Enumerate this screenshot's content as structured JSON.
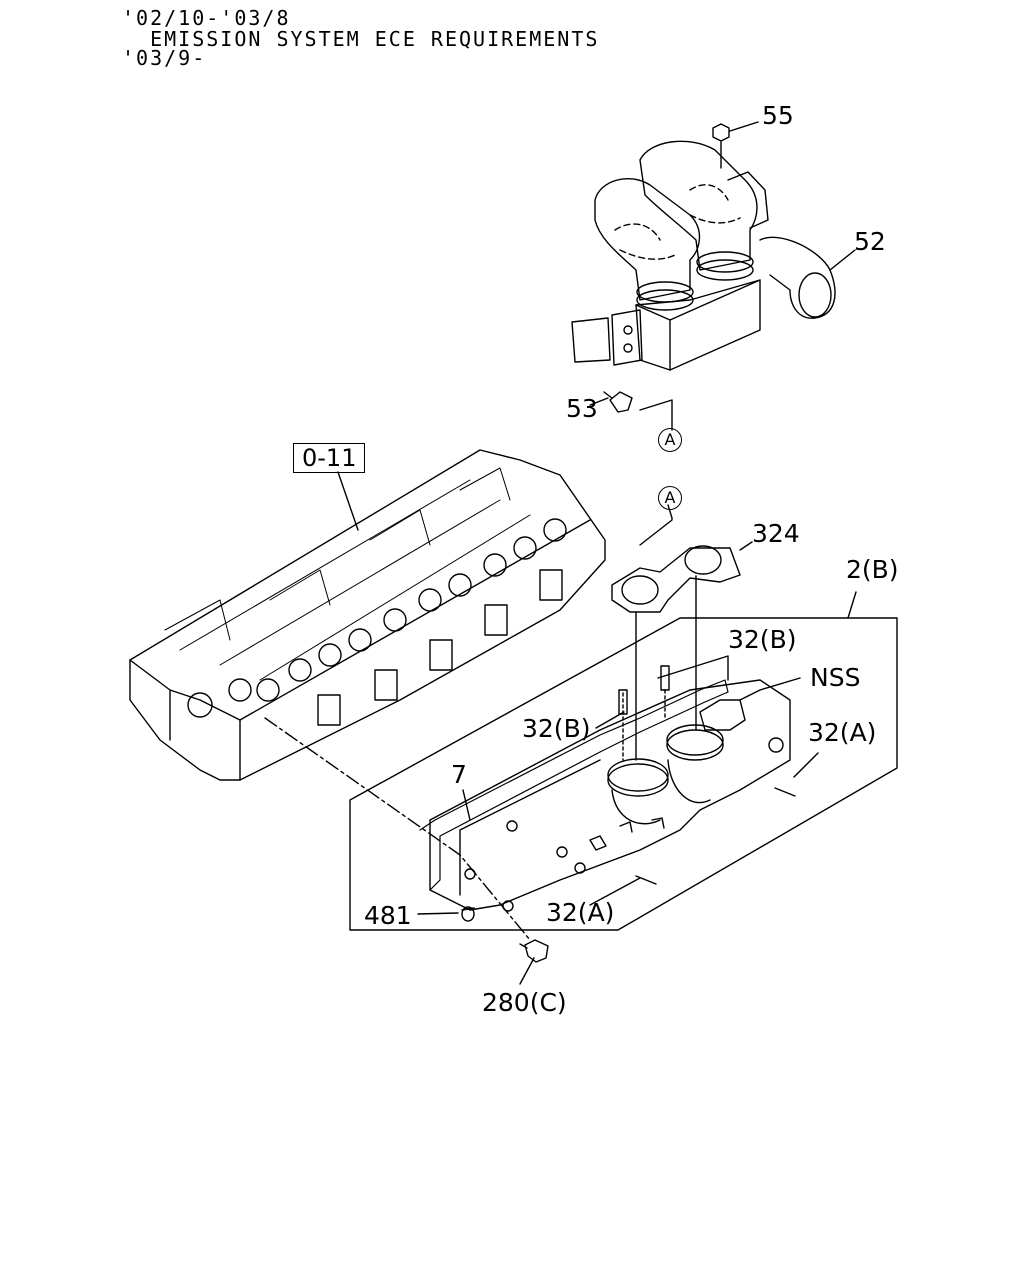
{
  "header": {
    "line1": "'02/10-'03/8",
    "line2": "  EMISSION SYSTEM ECE REQUIREMENTS",
    "line3": "'03/9-"
  },
  "reference_box": "0-11",
  "connector_mark": "A",
  "callouts": {
    "p55": "55",
    "p52": "52",
    "p53": "53",
    "p324": "324",
    "p2b": "2(B)",
    "p32b_upper": "32(B)",
    "nss": "NSS",
    "p32b_lower": "32(B)",
    "p32a_right": "32(A)",
    "p7": "7",
    "p481": "481",
    "p32a_lower": "32(A)",
    "p280c": "280(C)"
  }
}
